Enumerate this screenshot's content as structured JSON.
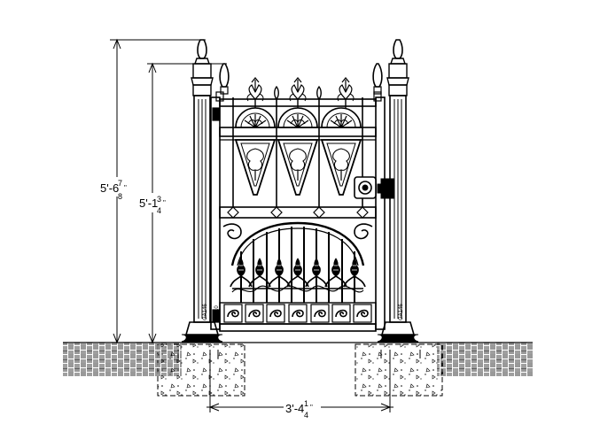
{
  "drawing": {
    "dimensions": {
      "overall_height": {
        "whole": "5'-6",
        "num": "7",
        "den": "8",
        "mark": "\""
      },
      "gate_height": {
        "whole": "5'-1",
        "num": "3",
        "den": "4",
        "mark": "\""
      },
      "gate_width": {
        "whole": "3'-4",
        "num": "1",
        "den": "4",
        "mark": "\""
      }
    },
    "labels": {
      "left_post": "GA146",
      "gate": "GA510",
      "right_post": "GA146"
    },
    "colors": {
      "line": "#000000",
      "background": "#ffffff"
    }
  }
}
